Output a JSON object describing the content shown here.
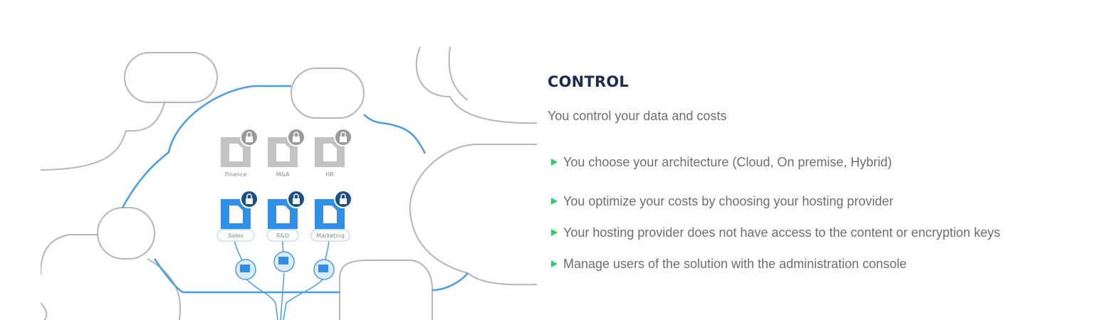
{
  "illustration": {
    "folders_locked": [
      {
        "label": "Finance",
        "icon": "lock-icon"
      },
      {
        "label": "M&A",
        "icon": "lock-icon"
      },
      {
        "label": "HR",
        "icon": "lock-icon"
      }
    ],
    "folders_active": [
      {
        "label": "Sales",
        "icon": "lock-icon"
      },
      {
        "label": "R&D",
        "icon": "lock-icon"
      },
      {
        "label": "Marketing",
        "icon": "lock-icon"
      }
    ],
    "colors": {
      "cloud_outline": "#4a9be8",
      "locked_folder": "#c2c2c2",
      "active_folder": "#2f8ee5",
      "lock_badge_grey": "#9a9a9a",
      "lock_badge_blue": "#1b4f86"
    }
  },
  "content": {
    "title": "CONTROL",
    "subtitle": "You control your data and costs",
    "bullets": [
      "You choose your architecture (Cloud, On premise, Hybrid)",
      "You optimize your costs by choosing your hosting provider",
      "Your hosting provider does not have access to the content or encryption keys",
      "Manage users of the solution with the administration console"
    ],
    "bullet_icon": "triangle-arrow-icon",
    "colors": {
      "title": "#1c2c4f",
      "text": "#6d6d6d",
      "bullet": "#3cc66a"
    }
  }
}
